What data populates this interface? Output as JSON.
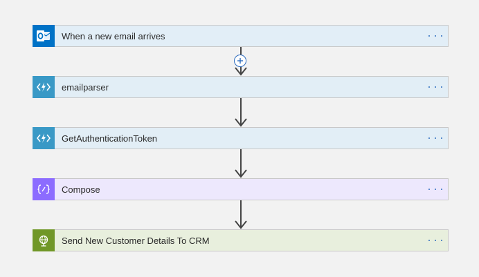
{
  "flow": {
    "steps": [
      {
        "label": "When a new email arrives",
        "icon": "outlook-icon",
        "color": "#0072c6",
        "bg": "#e2eef7"
      },
      {
        "label": "emailparser",
        "icon": "azure-function-icon",
        "color": "#3999c6",
        "bg": "#e2eef6"
      },
      {
        "label": "GetAuthenticationToken",
        "icon": "azure-function-icon",
        "color": "#3999c6",
        "bg": "#e2eef6"
      },
      {
        "label": "Compose",
        "icon": "compose-icon",
        "color": "#8c6cff",
        "bg": "#ede8fd"
      },
      {
        "label": "Send New Customer Details To CRM",
        "icon": "http-globe-icon",
        "color": "#709727",
        "bg": "#e8efdd"
      }
    ],
    "add_button_symbol": "+",
    "accent": "#2b6bbf"
  }
}
